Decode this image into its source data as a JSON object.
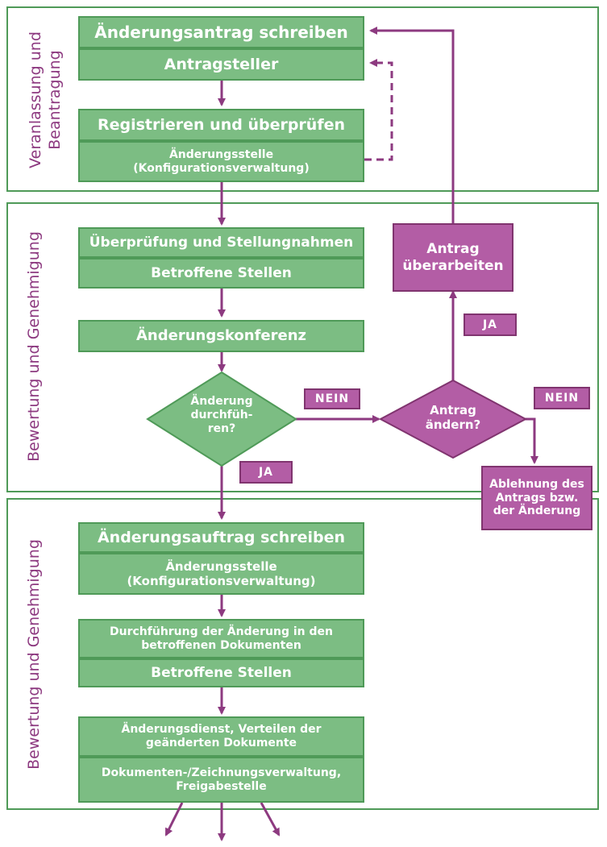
{
  "lanes": [
    {
      "title_lines": [
        "Veranlassung und",
        "Beantragung"
      ]
    },
    {
      "title_lines": [
        "Bewertung und Genehmigung"
      ]
    },
    {
      "title_lines": [
        "Bewertung und Genehmigung"
      ]
    }
  ],
  "nodes": {
    "change_request": "Änderungsantrag schreiben",
    "applicant": "Antragsteller",
    "register_check": "Registrieren und überprüfen",
    "change_office_1": [
      "Änderungsstelle",
      "(Konfigurationsverwaltung)"
    ],
    "review": "Überprüfung und Stellungnahmen",
    "affected_1": "Betroffene Stellen",
    "conference": "Änderungskonferenz",
    "decision_execute": [
      "Änderung",
      "durchfüh-",
      "ren?"
    ],
    "decision_modify": [
      "Antrag",
      "ändern?"
    ],
    "revise": [
      "Antrag",
      "überarbeiten"
    ],
    "rejection": [
      "Ablehnung des",
      "Antrags bzw.",
      "der Änderung"
    ],
    "change_order": "Änderungsauftrag schreiben",
    "change_office_2": [
      "Änderungsstelle",
      "(Konfigurationsverwaltung)"
    ],
    "execution": [
      "Durchführung der Änderung in den",
      "betroffenen Dokumenten"
    ],
    "affected_2": "Betroffene Stellen",
    "distribution": [
      "Änderungsdienst, Verteilen der",
      "geänderten Dokumente"
    ],
    "doc_management": [
      "Dokumenten-/Zeichnungsverwaltung,",
      "Freigabestelle"
    ]
  },
  "labels": {
    "nein_1": "NEIN",
    "ja_1": "JA",
    "ja_2": "JA",
    "nein_2": "NEIN"
  },
  "colors": {
    "green_box": "#7cbd83",
    "green_border": "#4f9a58",
    "purple_box": "#b35da5",
    "purple_border": "#80346f",
    "arrow": "#8d3a80"
  }
}
